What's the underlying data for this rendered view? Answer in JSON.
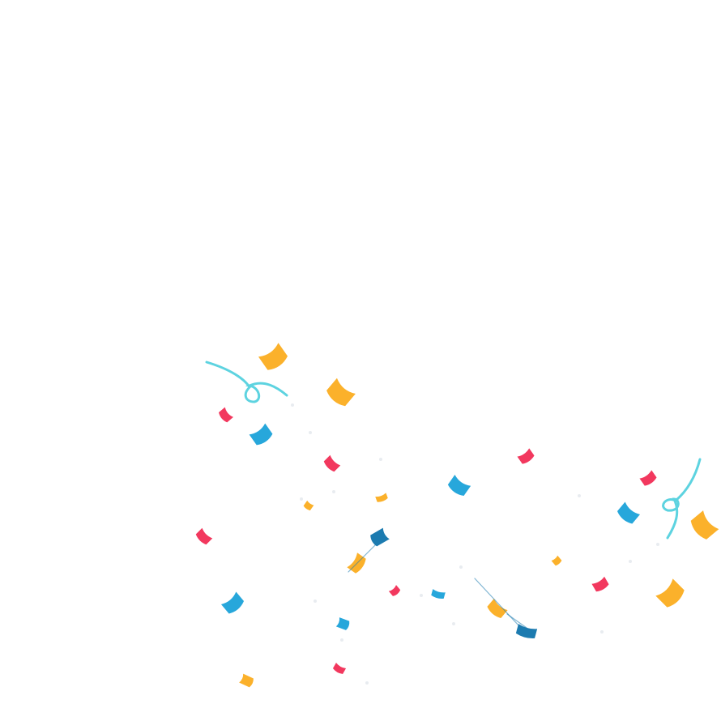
{
  "colors": {
    "background": "#ffffff",
    "yellow": "#FBB12B",
    "red": "#F2385E",
    "blue": "#27A7DB",
    "dark_blue": "#1C7BB0",
    "cyan_streamer": "#5DD3E0",
    "sparkle": "#E8ECF0"
  },
  "illustration": {
    "subject": "confetti-burst",
    "piece_count": 29,
    "streamer_count": 2,
    "piece_colors": [
      "yellow",
      "red",
      "blue",
      "dark_blue"
    ],
    "streamer_color": "cyan_streamer"
  }
}
